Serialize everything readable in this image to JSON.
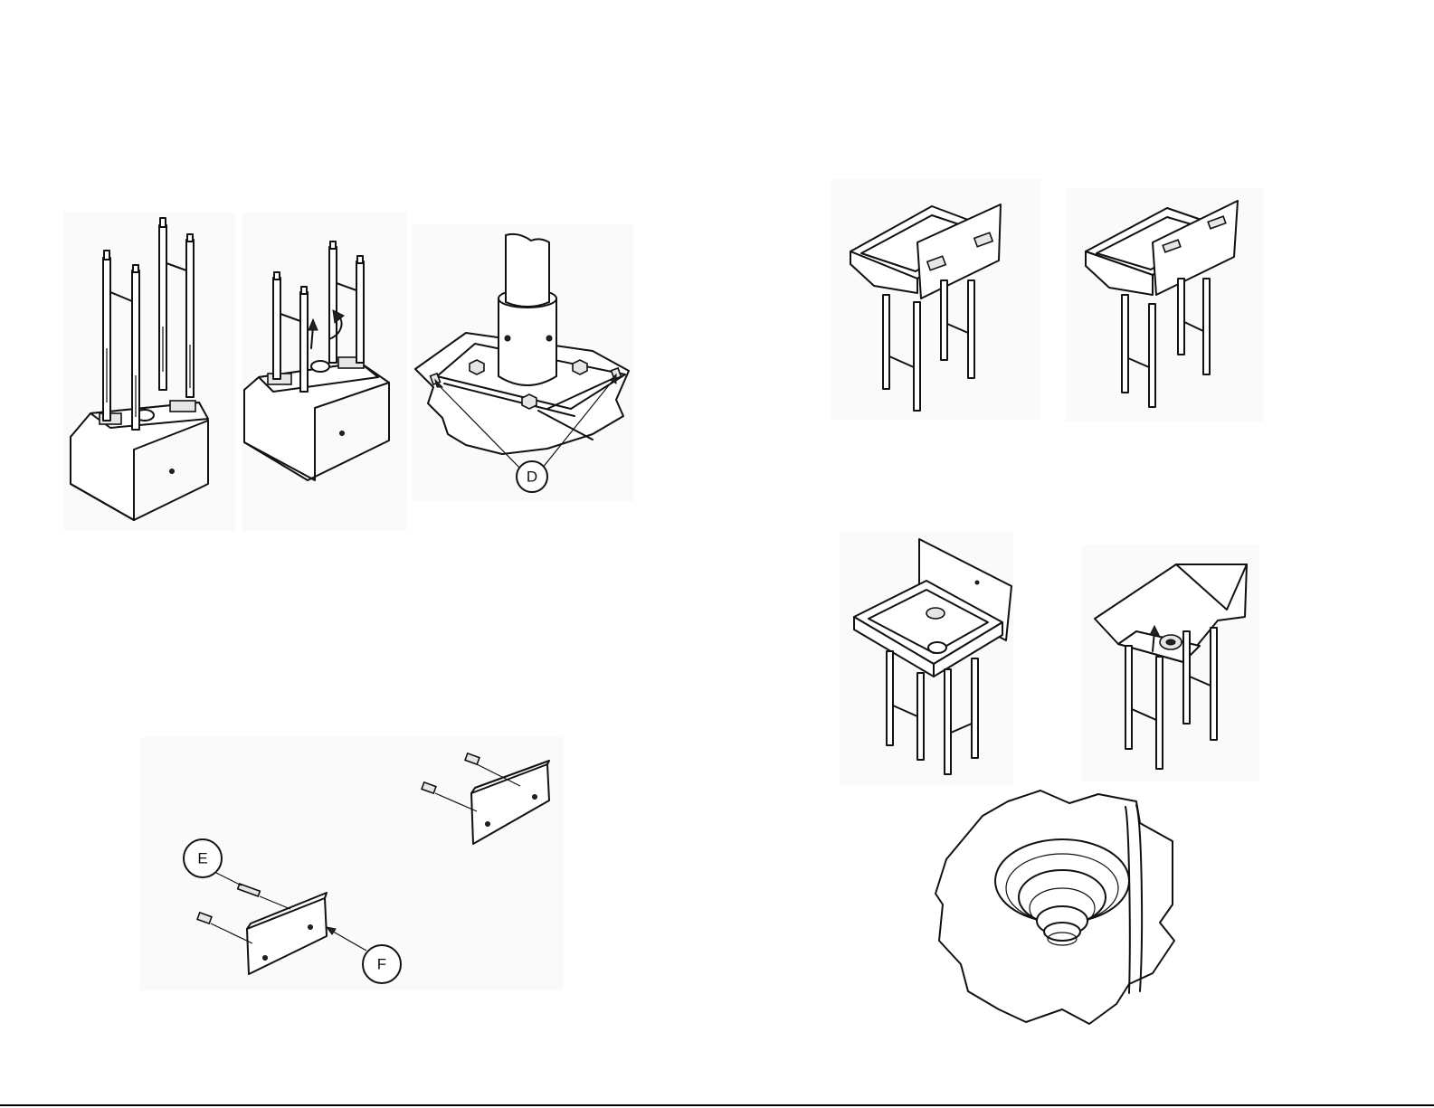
{
  "callouts": {
    "d": "D",
    "e": "E",
    "f": "F"
  },
  "colors": {
    "line": "#111111",
    "panel_background": "#fafafa",
    "page_background": "#ffffff"
  }
}
